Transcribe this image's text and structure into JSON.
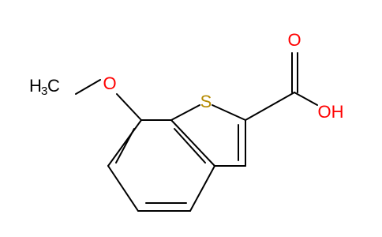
{
  "molecule": {
    "atoms": {
      "sulfur": "S",
      "carbonyl_oxygen": "O",
      "hydroxyl": "OH",
      "ether_oxygen": "O",
      "methyl_main": "H",
      "methyl_sub": "3",
      "methyl_c": "C"
    },
    "colors": {
      "bond": "#000000",
      "sulfur": "#b58a00",
      "oxygen": "#ff0000",
      "carbon_hydrogen": "#000000"
    }
  }
}
